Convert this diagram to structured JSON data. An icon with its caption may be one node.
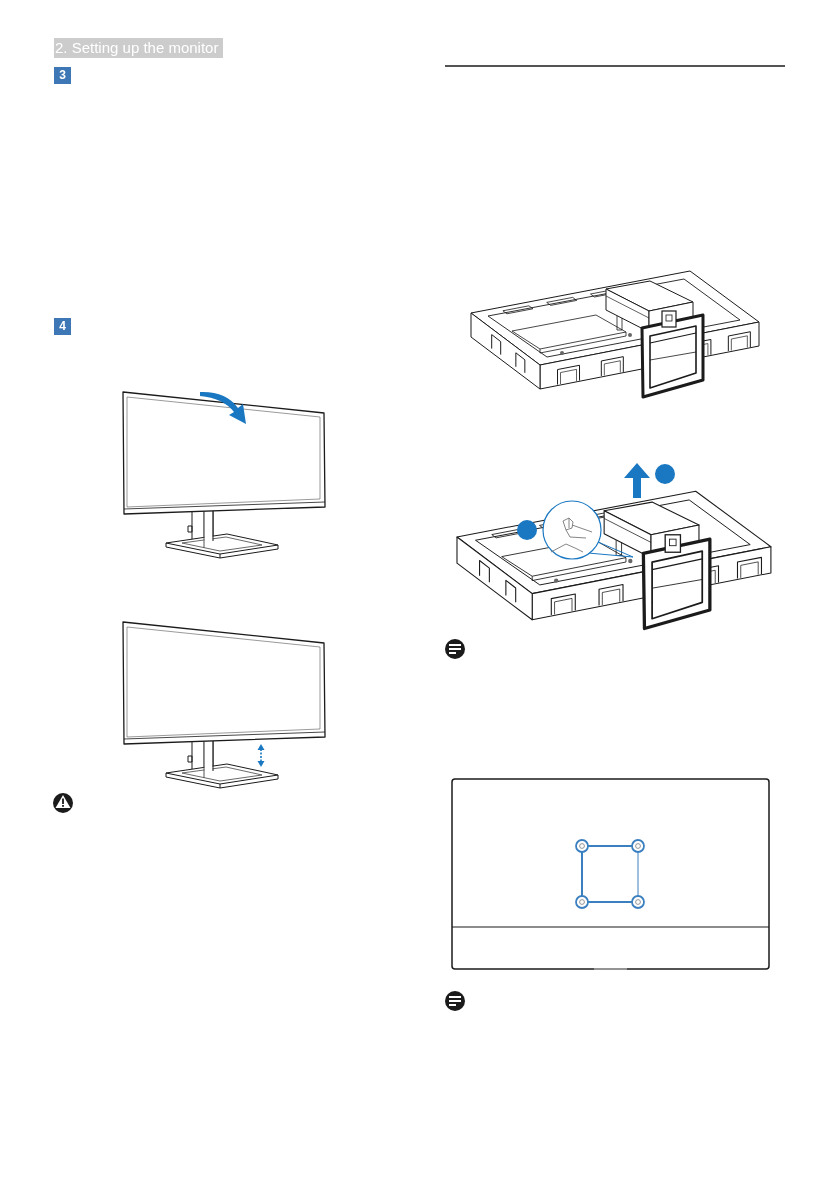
{
  "diagram": {
    "title": "2. Setting up the monitor",
    "labels": [
      "3",
      "4"
    ]
  }
}
